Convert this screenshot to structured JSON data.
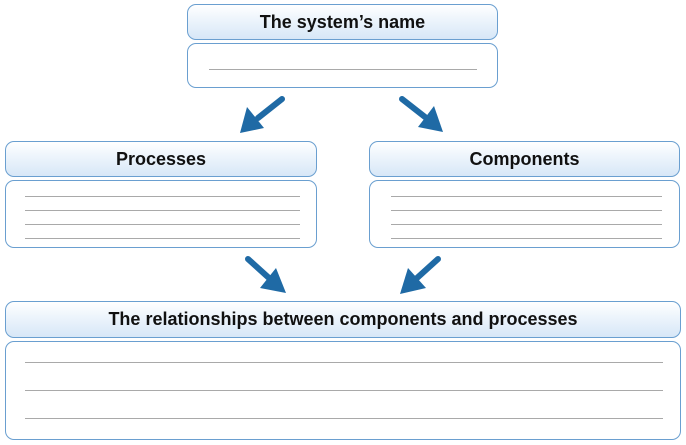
{
  "system_name": {
    "title": "The system’s name",
    "entry_lines": 1
  },
  "processes": {
    "title": "Processes",
    "entry_lines": 4
  },
  "components": {
    "title": "Components",
    "entry_lines": 4
  },
  "relationships": {
    "title": "The relationships between components and processes",
    "entry_lines": 3
  },
  "colors": {
    "border": "#6a9fd0",
    "header_fill": "#d7e7f7",
    "arrow": "#1f6aa5",
    "rule_line": "#a9a9a9",
    "text": "#111111"
  },
  "icons": [
    "arrow-down-left-icon",
    "arrow-down-right-icon"
  ]
}
